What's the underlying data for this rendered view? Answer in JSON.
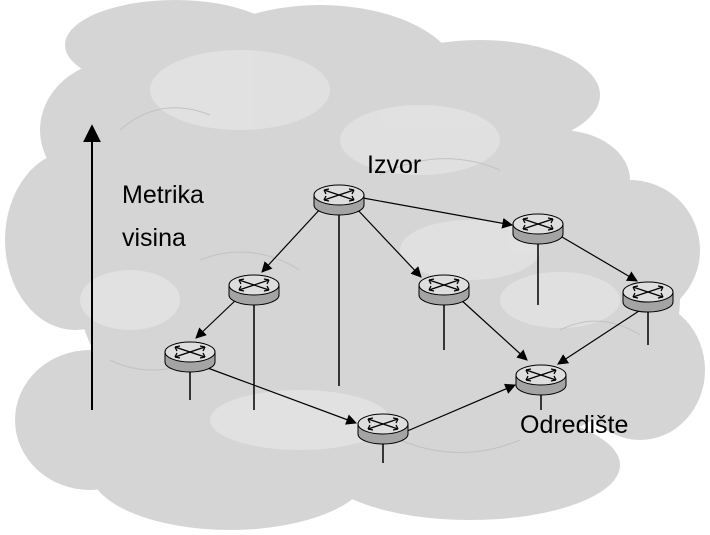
{
  "labels": {
    "source": "Izvor",
    "destination": "Odredište",
    "metric_line1": "Metrika",
    "metric_line2": "visina"
  },
  "colors": {
    "cloud_fill": "#d6d6d6",
    "cloud_shade": "#e4e4e4",
    "router_body": "#a6a6a6",
    "router_top": "#dcdcdc",
    "line": "#000000"
  },
  "icons": {
    "router": "router-icon",
    "cloud": "cloud-background",
    "arrow": "vertical-up-arrow"
  }
}
